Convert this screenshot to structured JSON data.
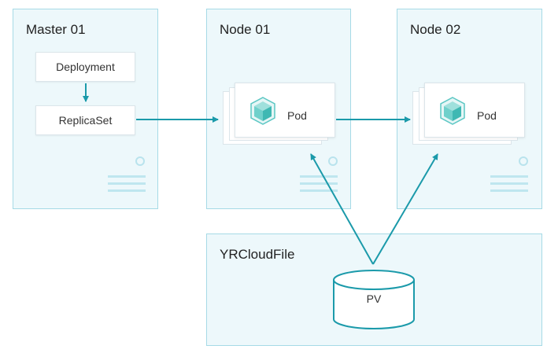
{
  "master": {
    "title": "Master 01",
    "deployment": "Deployment",
    "replicaset": "ReplicaSet"
  },
  "node1": {
    "title": "Node 01",
    "pod": "Pod"
  },
  "node2": {
    "title": "Node 02",
    "pod": "Pod"
  },
  "storage": {
    "title": "YRCloudFile",
    "pv": "PV"
  },
  "colors": {
    "panel_bg": "#edf8fb",
    "panel_border": "#a6dae6",
    "arrow": "#1b9aaa",
    "cube": "#5cc7c4"
  },
  "icons": [
    "cube-icon",
    "server-icon",
    "cylinder-icon"
  ]
}
